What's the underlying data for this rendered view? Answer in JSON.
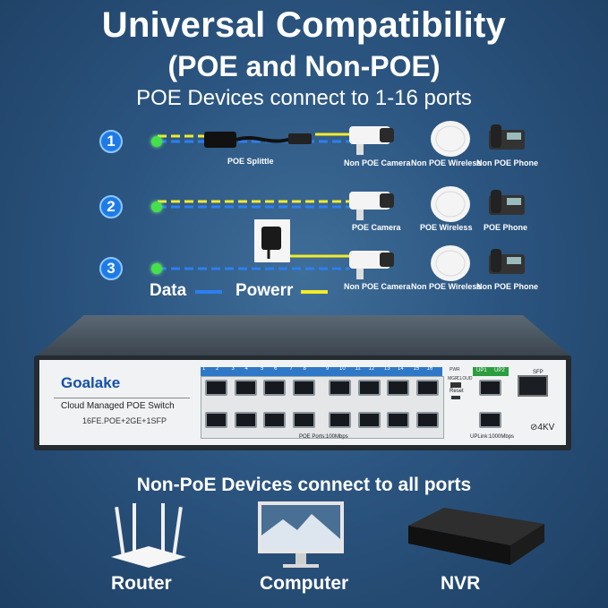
{
  "header": {
    "title": "Universal Compatibility",
    "subtitle": "(POE and Non-POE)",
    "line": "POE Devices connect to 1-16 ports"
  },
  "rows": [
    {
      "number": "1",
      "splitter": "POE Splittle",
      "devices": [
        "Non POE Camera",
        "Non POE Wireless",
        "Non POE Phone"
      ]
    },
    {
      "number": "2",
      "devices": [
        "POE Camera",
        "POE Wireless",
        "POE Phone"
      ]
    },
    {
      "number": "3",
      "devices": [
        "Non POE Camera",
        "Non POE Wireless",
        "Non POE Phone"
      ]
    }
  ],
  "legend": {
    "data": "Data",
    "power": "Powerr"
  },
  "colors": {
    "data": "#2d7ff0",
    "power": "#f4ea2a",
    "link_dot": "#46e04a",
    "brand": "#1550a6"
  },
  "switch": {
    "brand": "Goalake",
    "model": "Cloud Managed POE Switch",
    "spec": "16FE.POE+2GE+1SFP",
    "poe_ports_label": "POE Ports:100Mbps",
    "uplink_label": "UPLink:1000Mbps",
    "reset_label": "Reset",
    "mode_labels": [
      "MGR",
      "CLOUD"
    ],
    "pwr_label": "PWR",
    "sfp_label": "SFP",
    "surge_label": "4KV",
    "port_numbers": [
      "1",
      "2",
      "3",
      "4",
      "5",
      "6",
      "7",
      "8",
      "9",
      "10",
      "11",
      "12",
      "13",
      "14",
      "15",
      "16"
    ],
    "uplink_ports": [
      "UP1",
      "UP2"
    ]
  },
  "footer": {
    "title": "Non-PoE Devices connect to all ports",
    "devices": [
      "Router",
      "Computer",
      "NVR"
    ]
  }
}
